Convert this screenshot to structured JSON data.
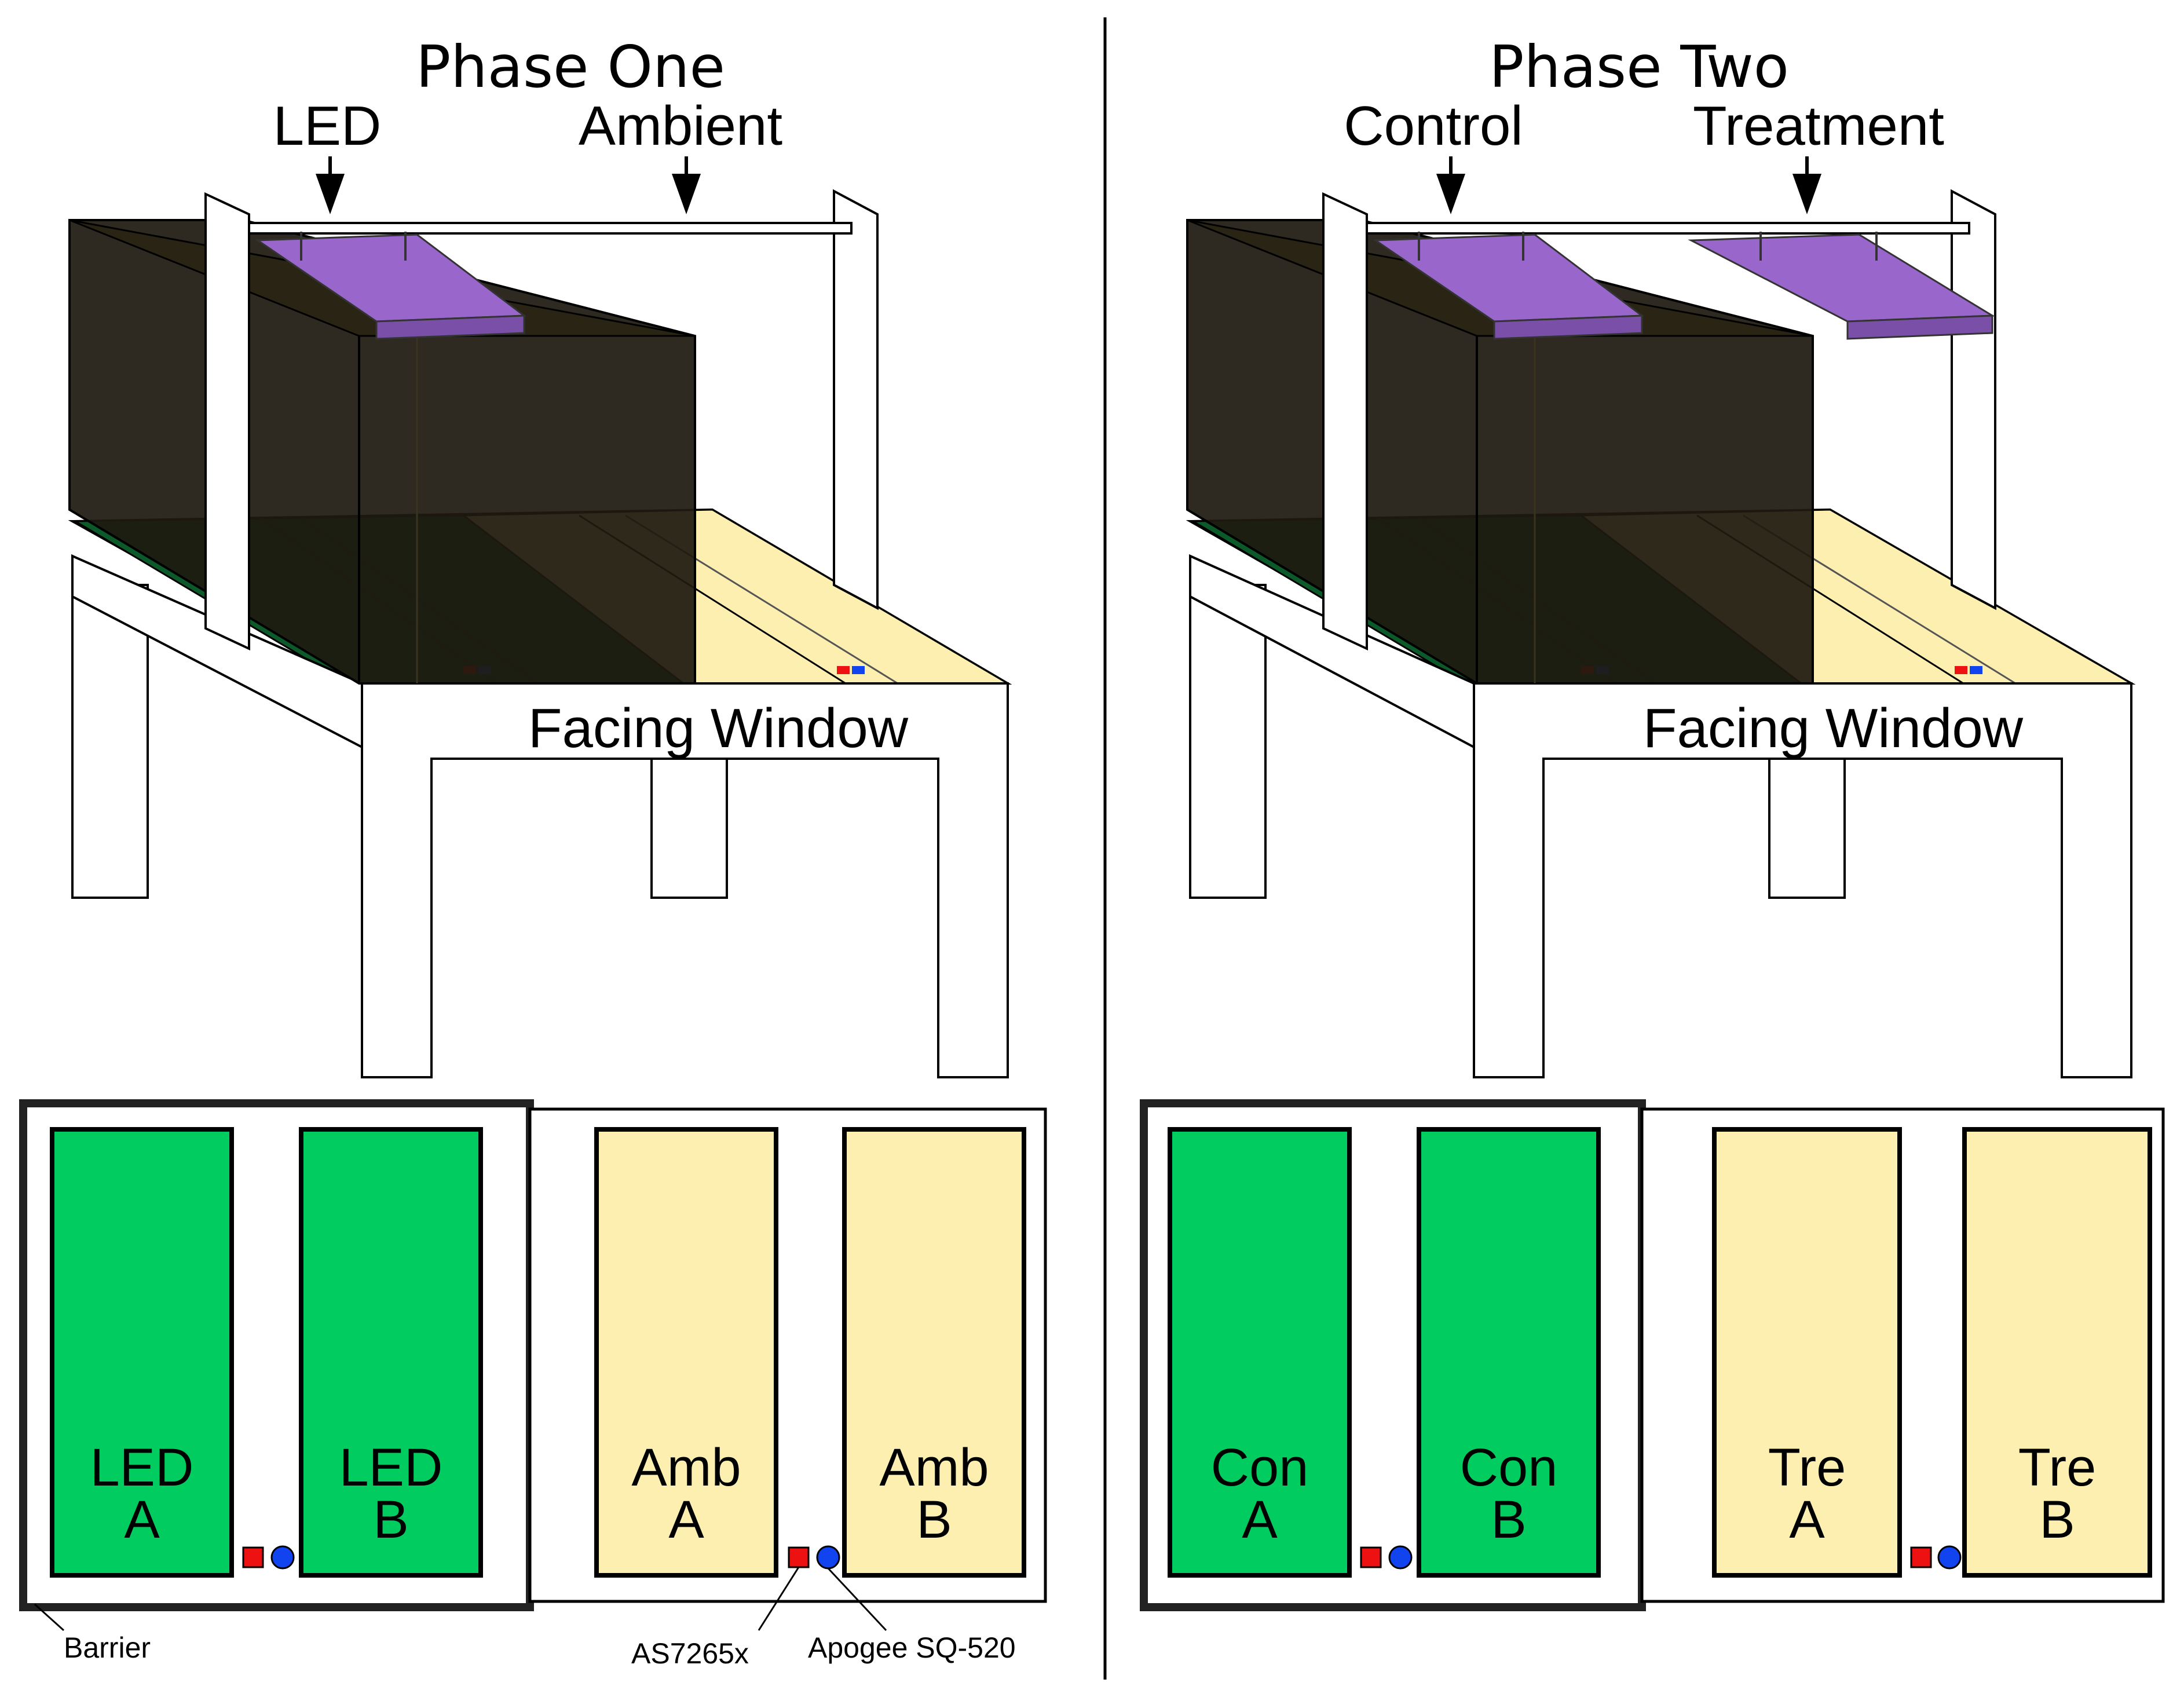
{
  "panels": [
    {
      "title": "Phase One",
      "top_labels": [
        "LED",
        "Ambient"
      ],
      "facing_label": "Facing Window",
      "beds": [
        {
          "line1": "LED",
          "line2": "A",
          "color": "#00cc5f"
        },
        {
          "line1": "LED",
          "line2": "B",
          "color": "#00cc5f"
        },
        {
          "line1": "Amb",
          "line2": "A",
          "color": "#fdefb0"
        },
        {
          "line1": "Amb",
          "line2": "B",
          "color": "#fdefb0"
        }
      ]
    },
    {
      "title": "Phase Two",
      "top_labels": [
        "Control",
        "Treatment"
      ],
      "facing_label": "Facing Window",
      "beds": [
        {
          "line1": "Con",
          "line2": "A",
          "color": "#00cc5f"
        },
        {
          "line1": "Con",
          "line2": "B",
          "color": "#00cc5f"
        },
        {
          "line1": "Tre",
          "line2": "A",
          "color": "#fdefb0"
        },
        {
          "line1": "Tre",
          "line2": "B",
          "color": "#fdefb0"
        }
      ]
    }
  ],
  "annotations": {
    "barrier": "Barrier",
    "sensor_1": "AS7265x",
    "sensor_2": "Apogee SQ-520"
  },
  "colors": {
    "led_panel": "#9966cc",
    "enclosure": "#1f1a10",
    "green_bed": "#00cc5f",
    "dark_green_bed": "#0c5a2a",
    "ambient_bed": "#fdefb0",
    "sensor_red": "#ee1111",
    "sensor_blue": "#1144ee"
  }
}
